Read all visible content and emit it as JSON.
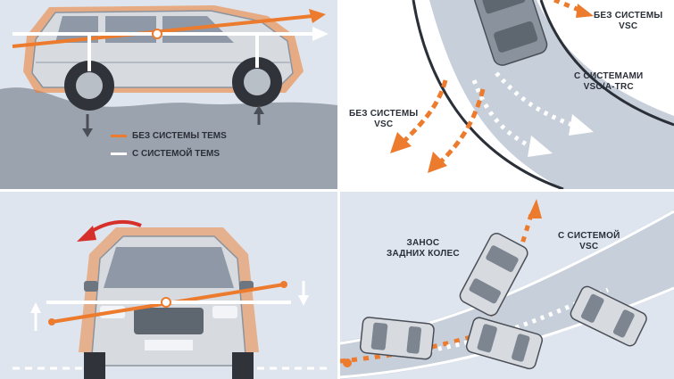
{
  "colors": {
    "orange": "#ec7b2e",
    "white": "#ffffff",
    "red": "#d6302b",
    "road": "#c7cfda",
    "car_body": "#d7dbe0",
    "ground": "#9ba3ae"
  },
  "panel_tems": {
    "legend": [
      {
        "label": "БЕЗ СИСТЕМЫ TEMS",
        "color": "#ec7b2e"
      },
      {
        "label": "С СИСТЕМОЙ TEMS",
        "color": "#ffffff"
      }
    ]
  },
  "panel_vsc_top": {
    "label_without_right": "БЕЗ СИСТЕМЫ\nVSC",
    "label_with": "С СИСТЕМАМИ\nVSC/A-TRC",
    "label_without_left": "БЕЗ СИСТЕМЫ\nVSC"
  },
  "panel_vsc_bottom": {
    "label_skid": "ЗАНОС\nЗАДНИХ КОЛЕС",
    "label_with": "С СИСТЕМОЙ\nVSC"
  }
}
